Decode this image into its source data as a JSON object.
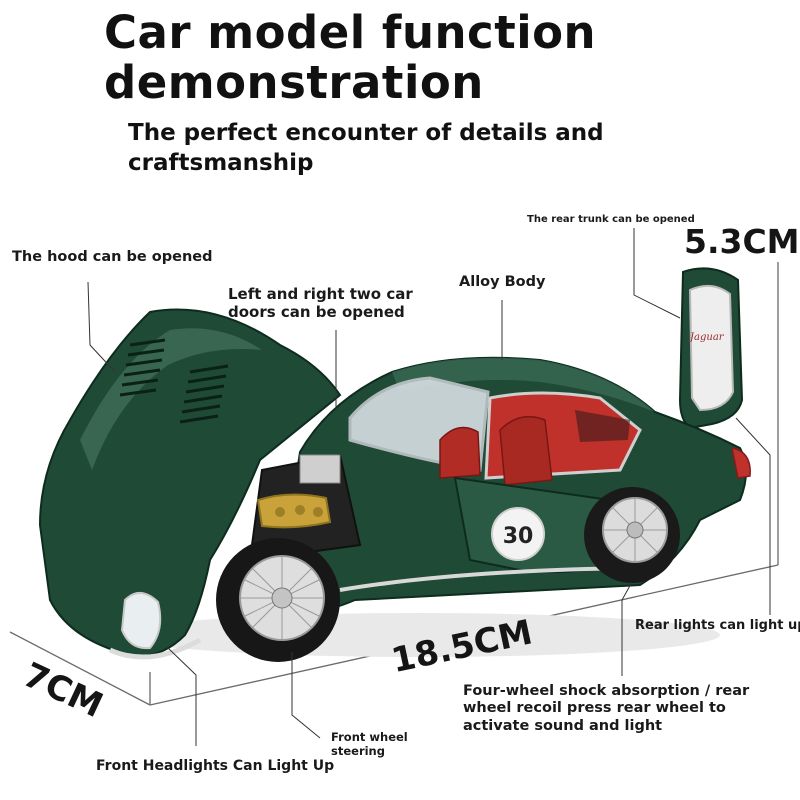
{
  "header": {
    "title": "Car model function demonstration",
    "subtitle": "The perfect encounter of details and craftsmanship"
  },
  "features": {
    "rear_trunk": "The rear trunk can be opened",
    "hood": "The hood can be opened",
    "doors": "Left and right two car doors can be opened",
    "body": "Alloy Body",
    "rear_lights": "Rear lights can light up",
    "shock": "Four-wheel shock absorption / rear wheel recoil press rear wheel to activate sound and light",
    "steering": "Front wheel steering",
    "headlights": "Front Headlights Can Light Up"
  },
  "dimensions": {
    "height": "5.3CM",
    "length": "18.5CM",
    "width": "7CM"
  },
  "car": {
    "race_number": "30",
    "colors": {
      "body": "#1f4a36",
      "body_dark": "#123326",
      "body_light": "#3c6e56",
      "interior": "#c0312b",
      "chrome": "#d8d8d8",
      "engine": "#c9a33a"
    }
  }
}
